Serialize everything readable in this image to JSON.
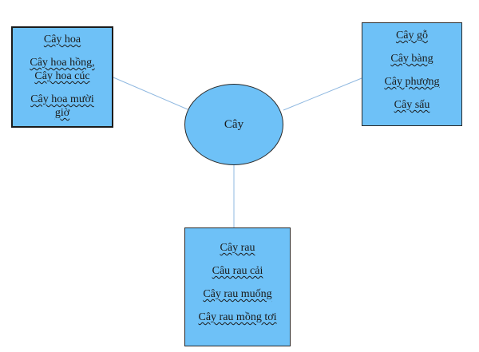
{
  "diagram": {
    "center": {
      "label": "Cây"
    },
    "groups": [
      {
        "id": "flowers",
        "items": [
          "Cây hoa",
          "Cây hoa hồng, Cây hoa cúc",
          "Cây hoa mười giờ"
        ]
      },
      {
        "id": "wood",
        "items": [
          "Cây gỗ",
          "Cây bàng",
          "Cây phượng",
          "Cây sấu"
        ]
      },
      {
        "id": "vegetables",
        "items": [
          "Cây rau",
          "Câu rau cải",
          "Cây rau muống",
          "Cây rau mồng tơi"
        ]
      }
    ],
    "colors": {
      "fill": "#6ec1f7",
      "line": "#8fb8e0",
      "border": "#1f1f1f"
    }
  }
}
